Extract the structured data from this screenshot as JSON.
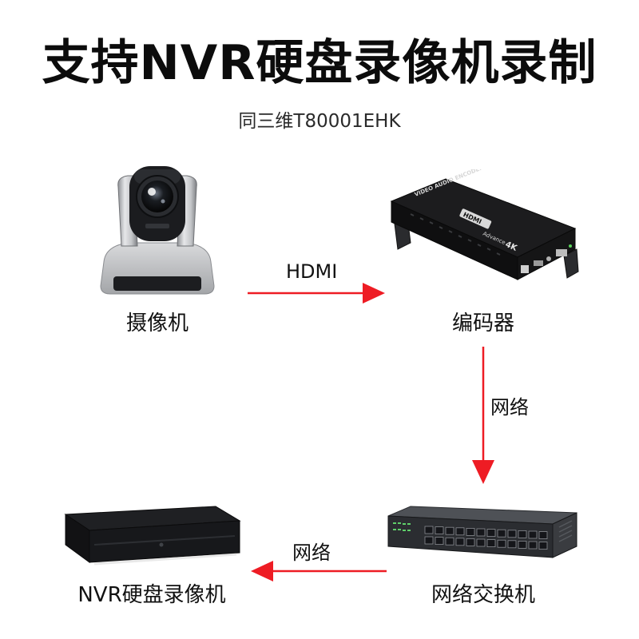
{
  "header": {
    "title": "支持NVR硬盘录像机录制",
    "subtitle": "同三维T80001EHK"
  },
  "devices": {
    "camera": "摄像机",
    "encoder": "编码器",
    "switch": "网络交换机",
    "nvr": "NVR硬盘录像机"
  },
  "connections": {
    "camera_to_encoder": "HDMI",
    "encoder_to_switch": "网络",
    "switch_to_nvr": "网络"
  },
  "encoder_markings": {
    "top": "VIDEO AUDIO ENCODER",
    "logo": "HDMI",
    "brand": "Advance",
    "resolution": "4K"
  },
  "colors": {
    "arrow": "#ee1c24",
    "device_dark": "#1d1d1f",
    "camera_silver": "#c9cbce"
  }
}
